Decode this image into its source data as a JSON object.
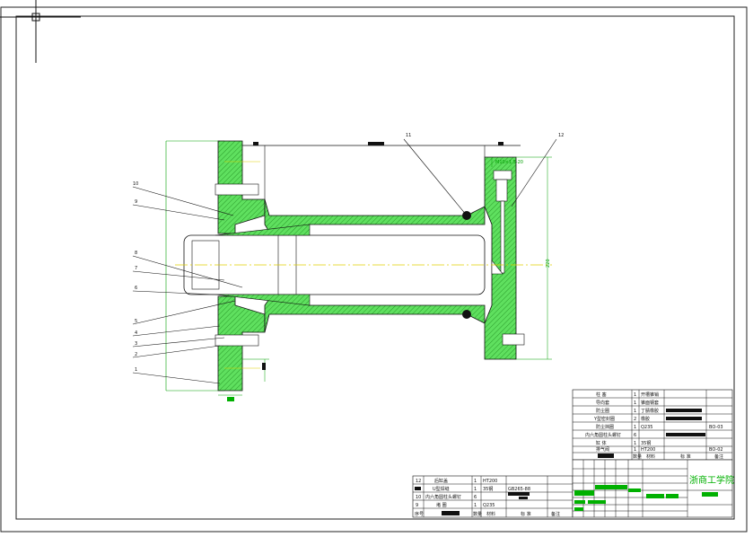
{
  "balloons": [
    "1",
    "2",
    "3",
    "4",
    "5",
    "6",
    "7",
    "8",
    "9",
    "10",
    "11",
    "12"
  ],
  "dims": {
    "top_center": "M10×1.5-20",
    "right_height": "220"
  },
  "upper_table": [
    {
      "name": "柱 塞",
      "qty": "1",
      "mat": "开槽锥销",
      "std": "",
      "note": ""
    },
    {
      "name": "导向套",
      "qty": "1",
      "mat": "锥面钢套",
      "std": "",
      "note": ""
    },
    {
      "name": "防尘圈",
      "qty": "1",
      "mat": "丁腈橡胶",
      "std": "",
      "note": ""
    },
    {
      "name": "Y型密封圈",
      "qty": "2",
      "mat": "橡胶",
      "std": "",
      "note": ""
    },
    {
      "name": "防尘挡圈",
      "qty": "1",
      "mat": "Q235",
      "std": "",
      "note": "BO-03"
    },
    {
      "name": "内六角圆柱头螺钉",
      "qty": "6",
      "mat": "",
      "std": "",
      "note": ""
    },
    {
      "name": "缸 体",
      "qty": "1",
      "mat": "35钢",
      "std": "",
      "note": ""
    },
    {
      "name": "排气阀",
      "qty": "1",
      "mat": "HT200",
      "std": "",
      "note": "BO-02"
    }
  ],
  "upper_header": {
    "qty": "数量",
    "mat": "材料",
    "std": "标 准",
    "note": "备注"
  },
  "lower_table": [
    {
      "no": "12",
      "name": "后缸盖",
      "qty": "1",
      "mat": "HT200",
      "std": "",
      "note": ""
    },
    {
      "no": "11",
      "name": "U型焊缝",
      "qty": "1",
      "mat": "35钢",
      "std": "GB265-88",
      "note": ""
    },
    {
      "no": "10",
      "name": "内六角圆柱头螺钉",
      "qty": "6",
      "mat": "",
      "std": "",
      "note": ""
    },
    {
      "no": "9",
      "name": "堵 圈",
      "qty": "1",
      "mat": "Q235",
      "std": "",
      "note": ""
    }
  ],
  "lower_header": {
    "no": "序号",
    "qty": "数量",
    "mat": "材料",
    "std": "标 准",
    "note": "备注"
  },
  "title_block": {
    "school": "浙商工学院"
  }
}
